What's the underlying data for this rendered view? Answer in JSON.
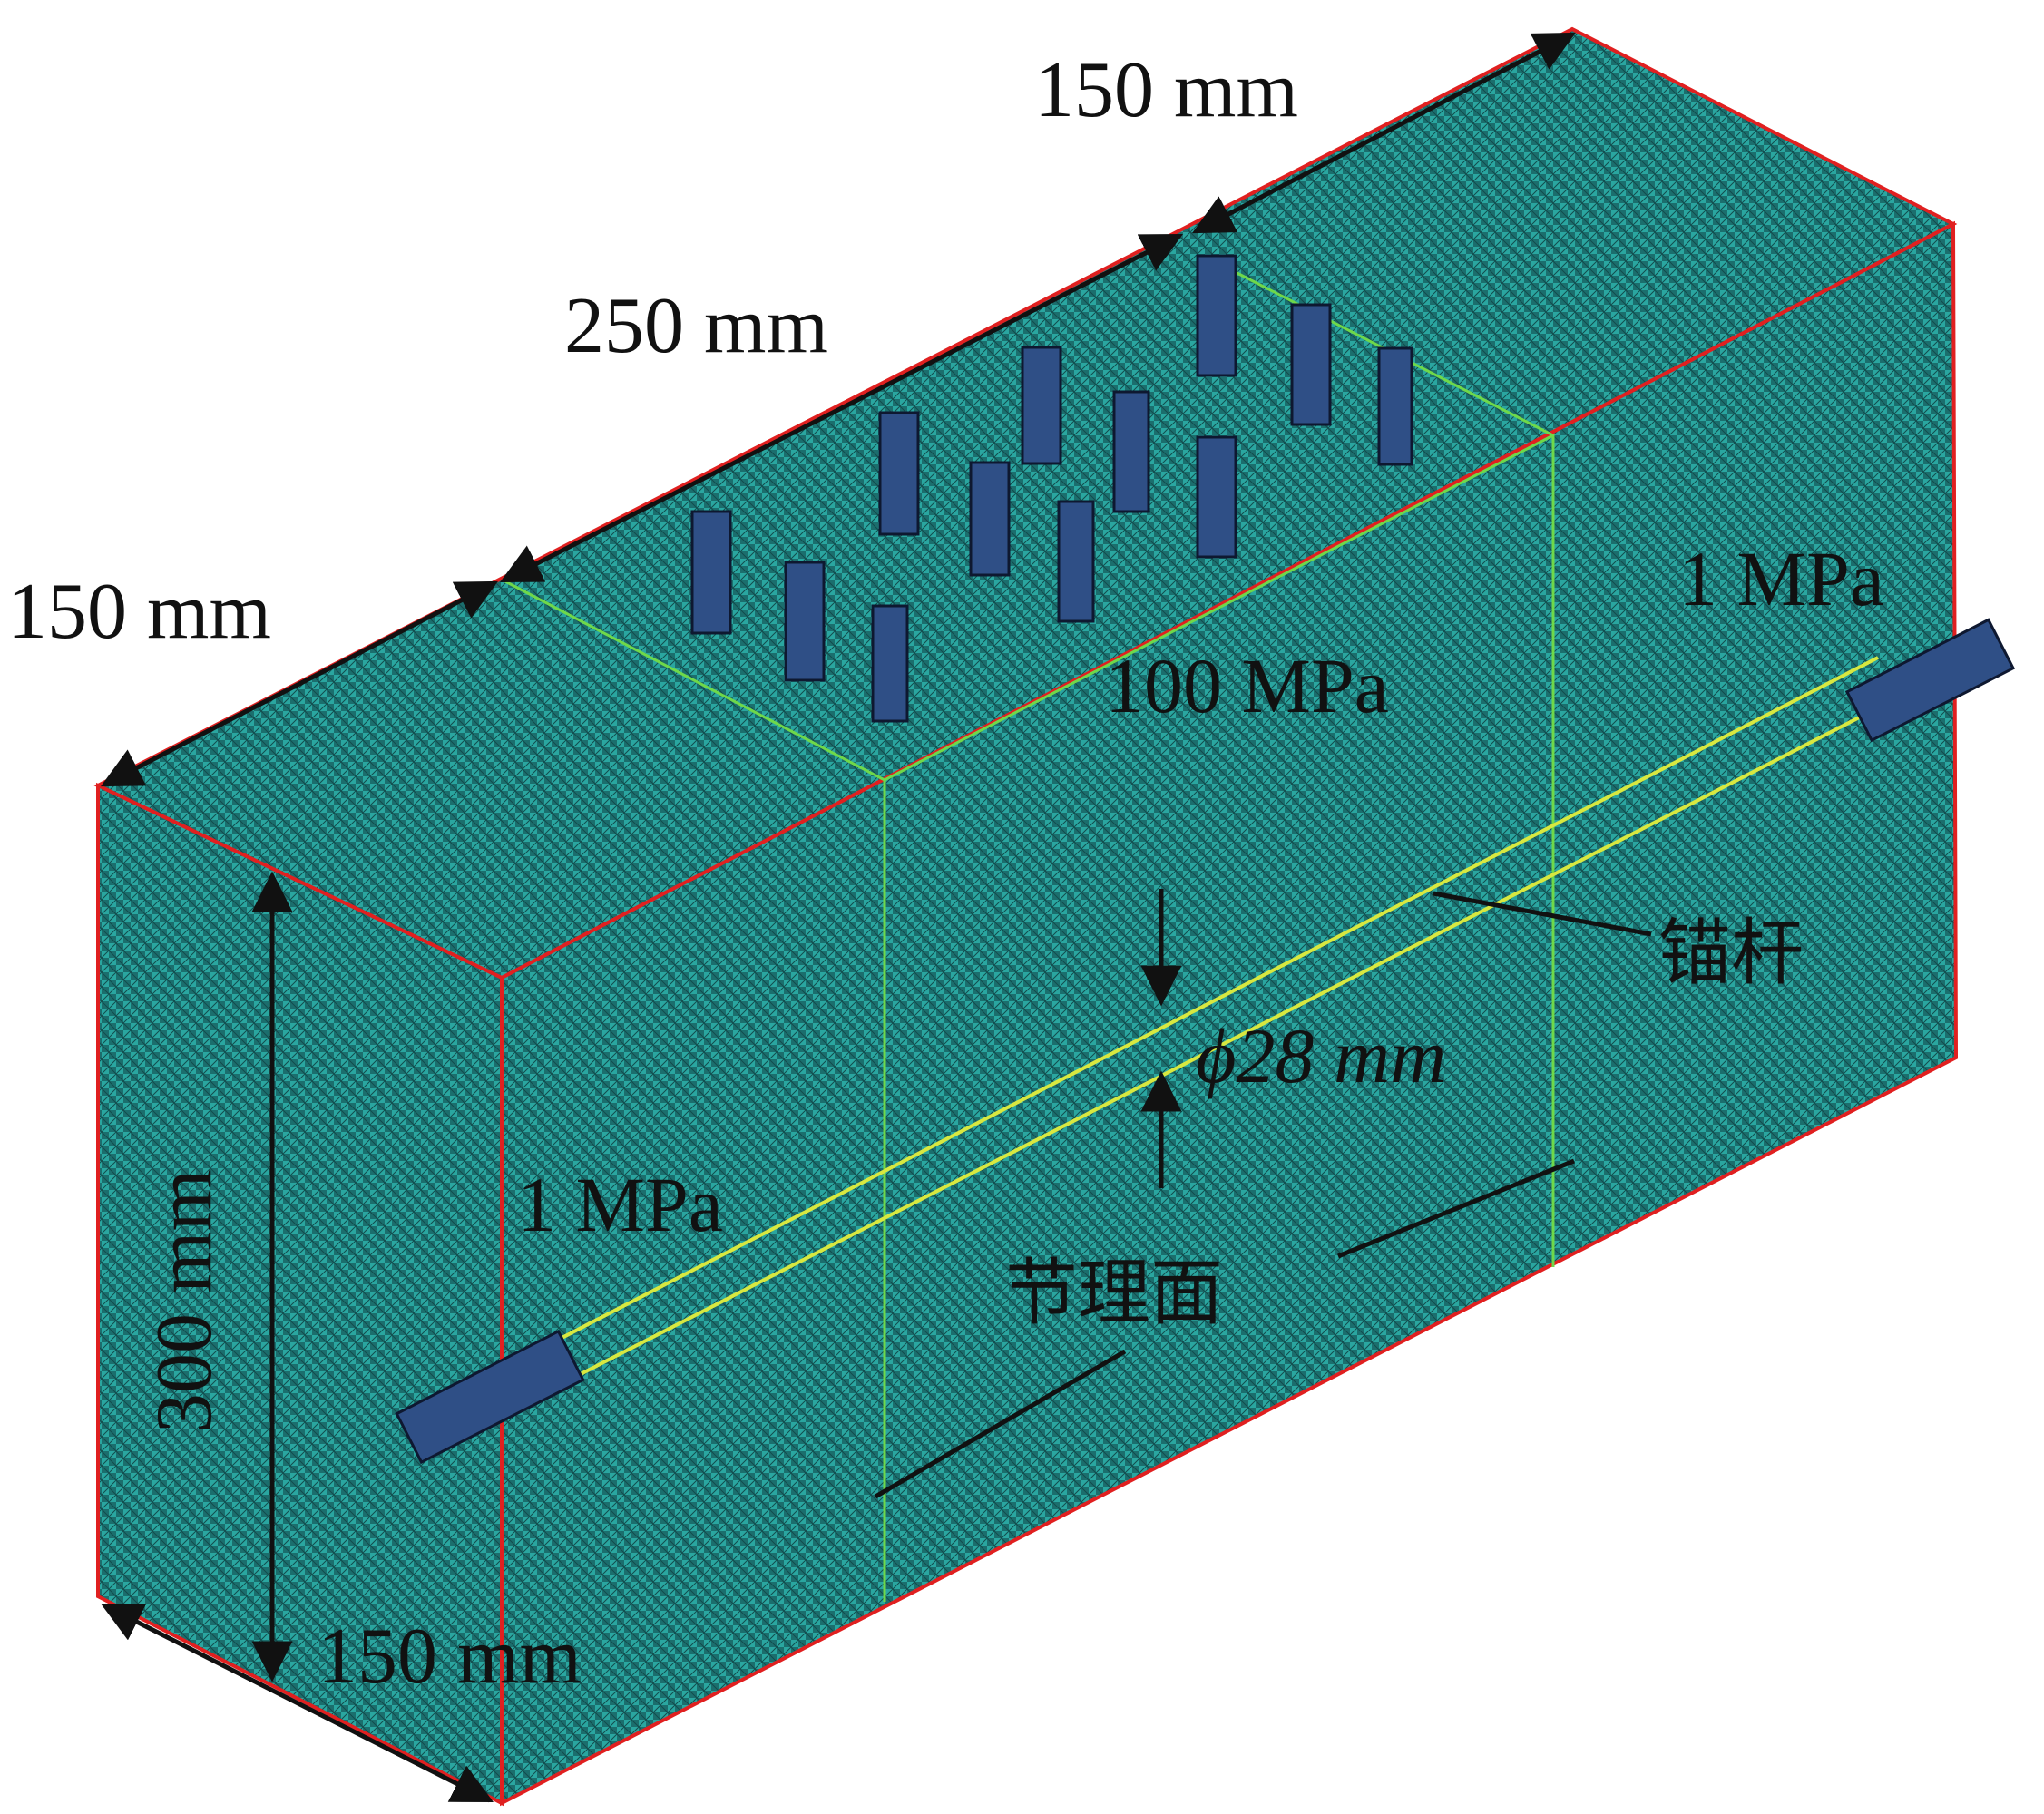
{
  "labels": {
    "top_depth": "150 mm",
    "top_length": "250 mm",
    "left_depth": "150 mm",
    "right_pressure": "1 MPa",
    "center_pressure": "100 MPa",
    "left_pressure": "1 MPa",
    "anchor": "锚杆",
    "diameter": "ϕ28 mm",
    "joint_plane": "节理面",
    "height": "300 mm",
    "bottom_width": "150 mm"
  },
  "colors": {
    "mesh": "#2aa6a0",
    "mesh_dark": "#15575a",
    "edge_red": "#e02020",
    "joint_green": "#6fd84a",
    "anchor_yellow": "#d8e840",
    "load_block": "#2f4f86",
    "arrow": "#111111"
  }
}
